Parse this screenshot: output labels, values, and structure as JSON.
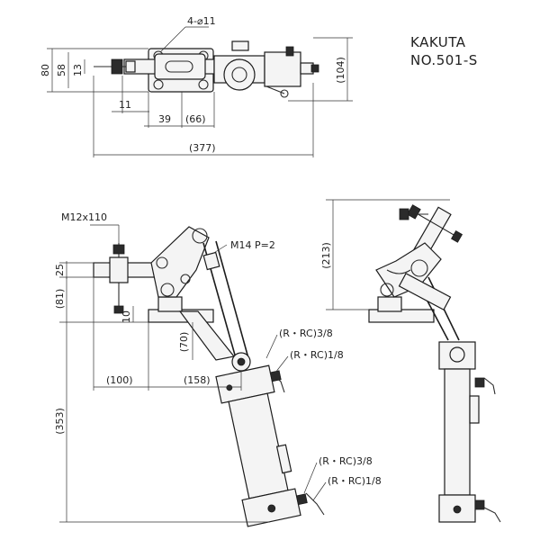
{
  "title": {
    "maker": "KAKUTA",
    "model": "NO.501-S"
  },
  "top_view": {
    "hole_callout": "4-⌀11",
    "dim_height_overall": "80",
    "dim_58": "58",
    "dim_13": "13",
    "dim_104": "(104)",
    "dim_11": "11",
    "dim_39": "39",
    "dim_66": "(66)",
    "dim_377": "(377)"
  },
  "side_view": {
    "spindle": "M12x110",
    "rod_thread": "M14 P=2",
    "dim_25": "25",
    "dim_81": "(81)",
    "dim_10": "10",
    "dim_70": "(70)",
    "dim_100": "(100)",
    "dim_158": "(158)",
    "dim_353": "(353)",
    "port_1": "(R・RC)3/8",
    "port_2": "(R・RC)1/8",
    "port_3": "(R・RC)3/8",
    "port_4": "(R・RC)1/8"
  },
  "open_view": {
    "dim_213": "(213)"
  }
}
